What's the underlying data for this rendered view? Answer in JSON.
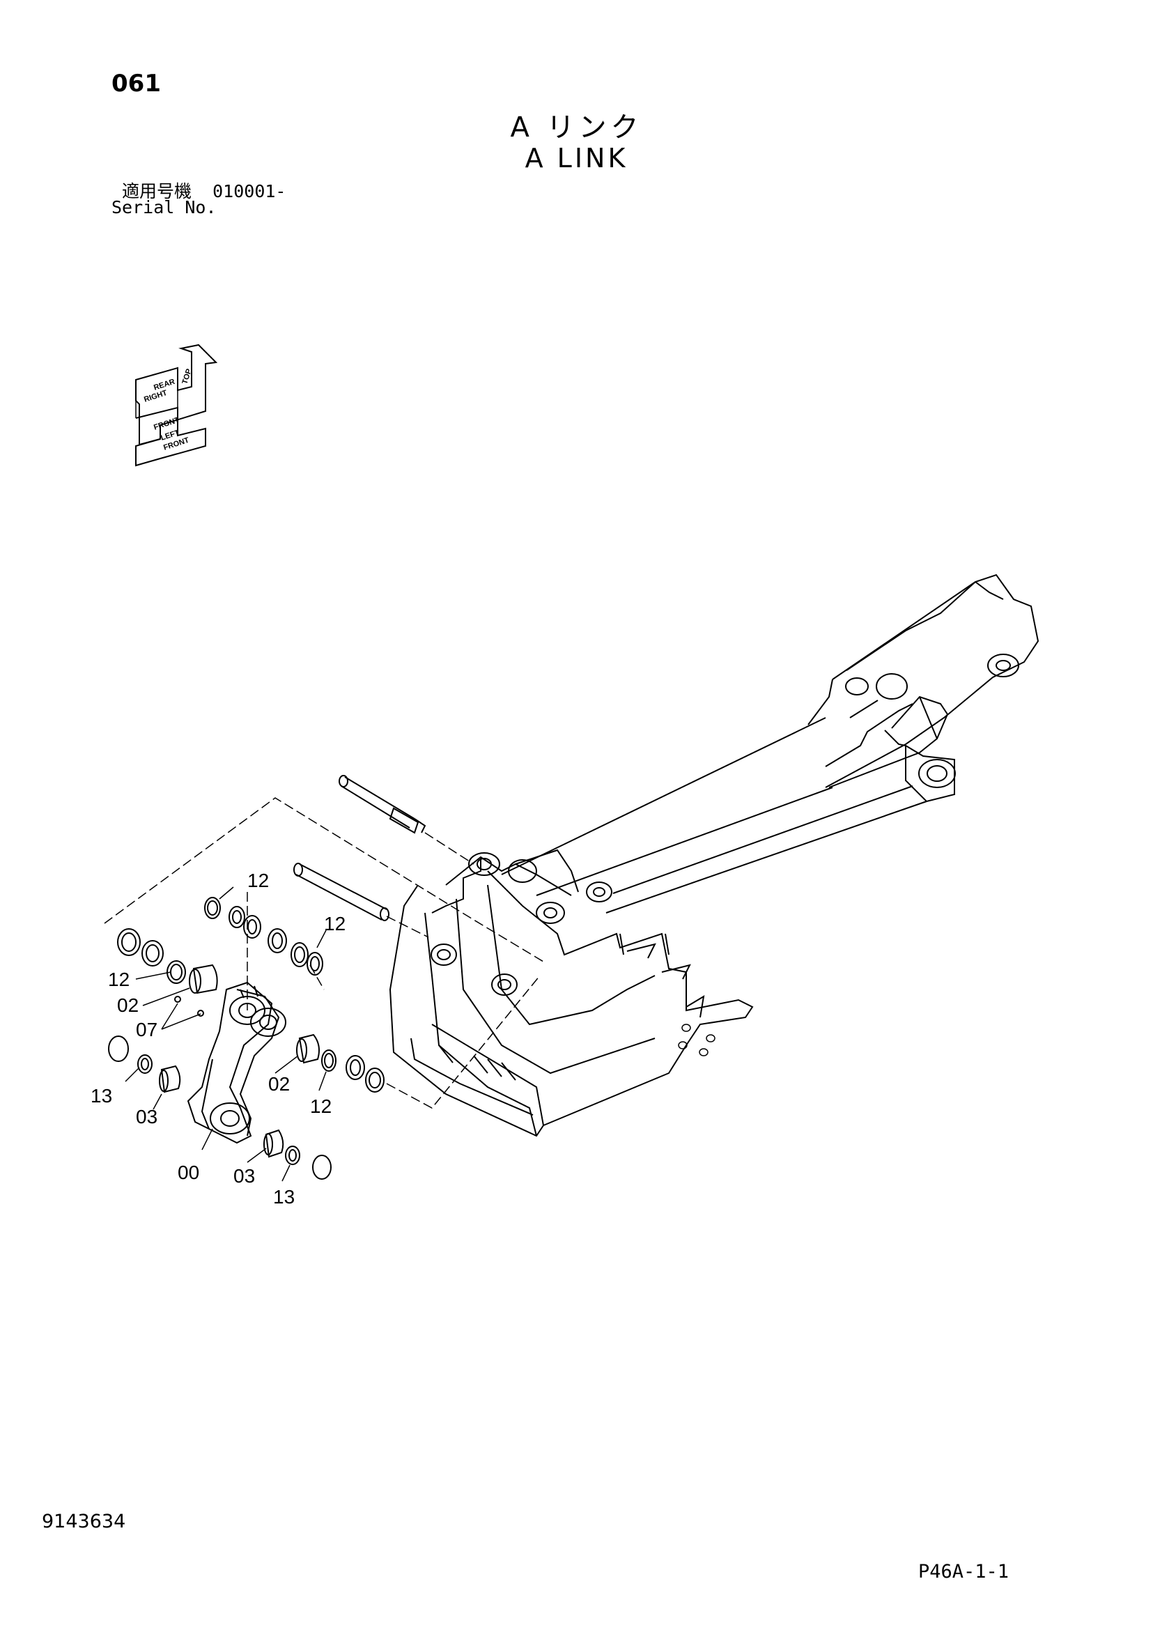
{
  "header": {
    "page_no": "061",
    "title_jp": "A リンク",
    "title_en": "A LINK",
    "serial_label_jp": "適用号機",
    "serial_value": "010001-",
    "serial_label_en": "Serial No."
  },
  "orientation_icon": {
    "labels": [
      "TOP",
      "REAR",
      "RIGHT",
      "FRONT",
      "LEFT",
      "FRONT"
    ]
  },
  "callouts": [
    "12",
    "12",
    "12",
    "02",
    "07",
    "13",
    "03",
    "00",
    "02",
    "12",
    "03",
    "13"
  ],
  "footer": {
    "doc_no": "9143634",
    "sheet_no": "P46A-1-1"
  }
}
